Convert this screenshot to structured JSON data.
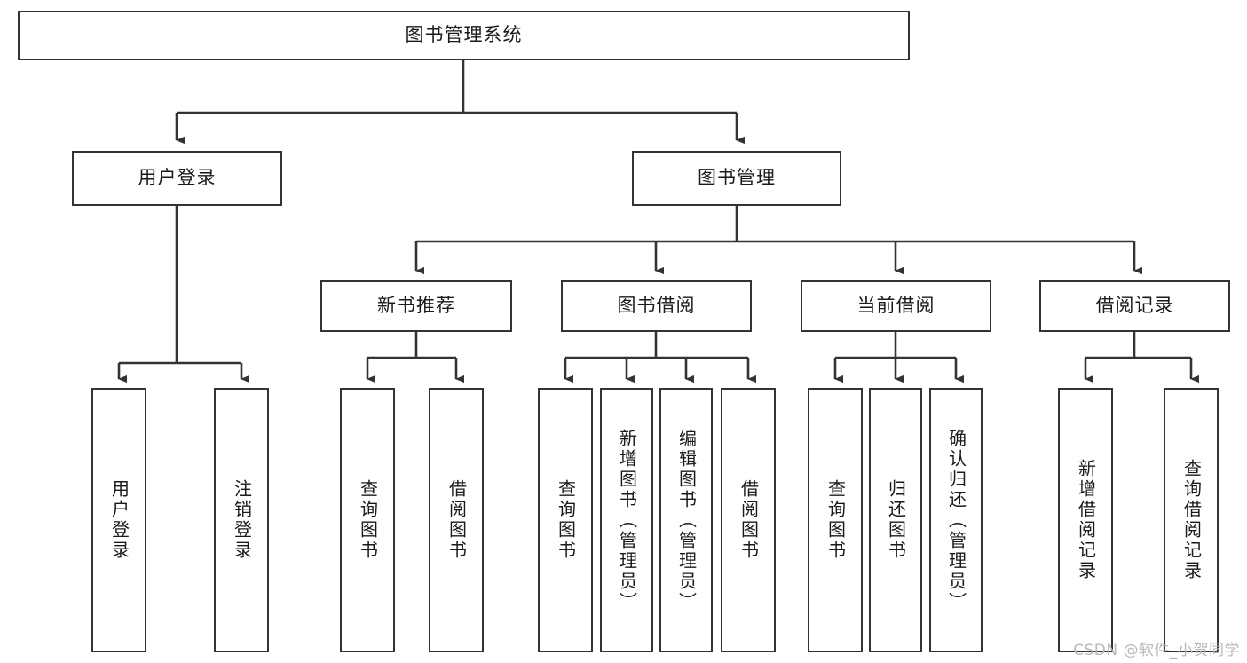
{
  "diagram": {
    "title": "图书管理系统",
    "type": "tree-hierarchy",
    "watermark": "CSDN @软件_小贺同学",
    "colors": {
      "box_border": "#333333",
      "box_fill": "#ffffff",
      "edge": "#333333",
      "text": "#1a1a1a",
      "watermark": "#b9b9b9"
    },
    "levels": {
      "root": {
        "label": "图书管理系统"
      },
      "level2": [
        {
          "id": "user-login",
          "label": "用户登录"
        },
        {
          "id": "book-management",
          "label": "图书管理"
        }
      ],
      "level3": [
        {
          "id": "new-book-recommend",
          "label": "新书推荐",
          "parent": "book-management"
        },
        {
          "id": "book-borrow",
          "label": "图书借阅",
          "parent": "book-management"
        },
        {
          "id": "current-borrow",
          "label": "当前借阅",
          "parent": "book-management"
        },
        {
          "id": "borrow-record",
          "label": "借阅记录",
          "parent": "book-management"
        }
      ],
      "leaves": [
        {
          "id": "leaf-user-login",
          "label": "用户登录",
          "parent": "user-login"
        },
        {
          "id": "leaf-logout-login",
          "label": "注销登录",
          "parent": "user-login"
        },
        {
          "id": "leaf-query-book-1",
          "label": "查询图书",
          "parent": "new-book-recommend"
        },
        {
          "id": "leaf-borrow-book-1",
          "label": "借阅图书",
          "parent": "new-book-recommend"
        },
        {
          "id": "leaf-query-book-2",
          "label": "查询图书",
          "parent": "book-borrow"
        },
        {
          "id": "leaf-add-book",
          "label": "新增图书（管理员）",
          "parent": "book-borrow"
        },
        {
          "id": "leaf-edit-book",
          "label": "编辑图书（管理员）",
          "parent": "book-borrow"
        },
        {
          "id": "leaf-borrow-book-2",
          "label": "借阅图书",
          "parent": "book-borrow"
        },
        {
          "id": "leaf-query-book-3",
          "label": "查询图书",
          "parent": "current-borrow"
        },
        {
          "id": "leaf-return-book",
          "label": "归还图书",
          "parent": "current-borrow"
        },
        {
          "id": "leaf-confirm-return",
          "label": "确认归还（管理员）",
          "parent": "current-borrow"
        },
        {
          "id": "leaf-add-record",
          "label": "新增借阅记录",
          "parent": "borrow-record"
        },
        {
          "id": "leaf-query-record",
          "label": "查询借阅记录",
          "parent": "borrow-record"
        }
      ]
    }
  }
}
